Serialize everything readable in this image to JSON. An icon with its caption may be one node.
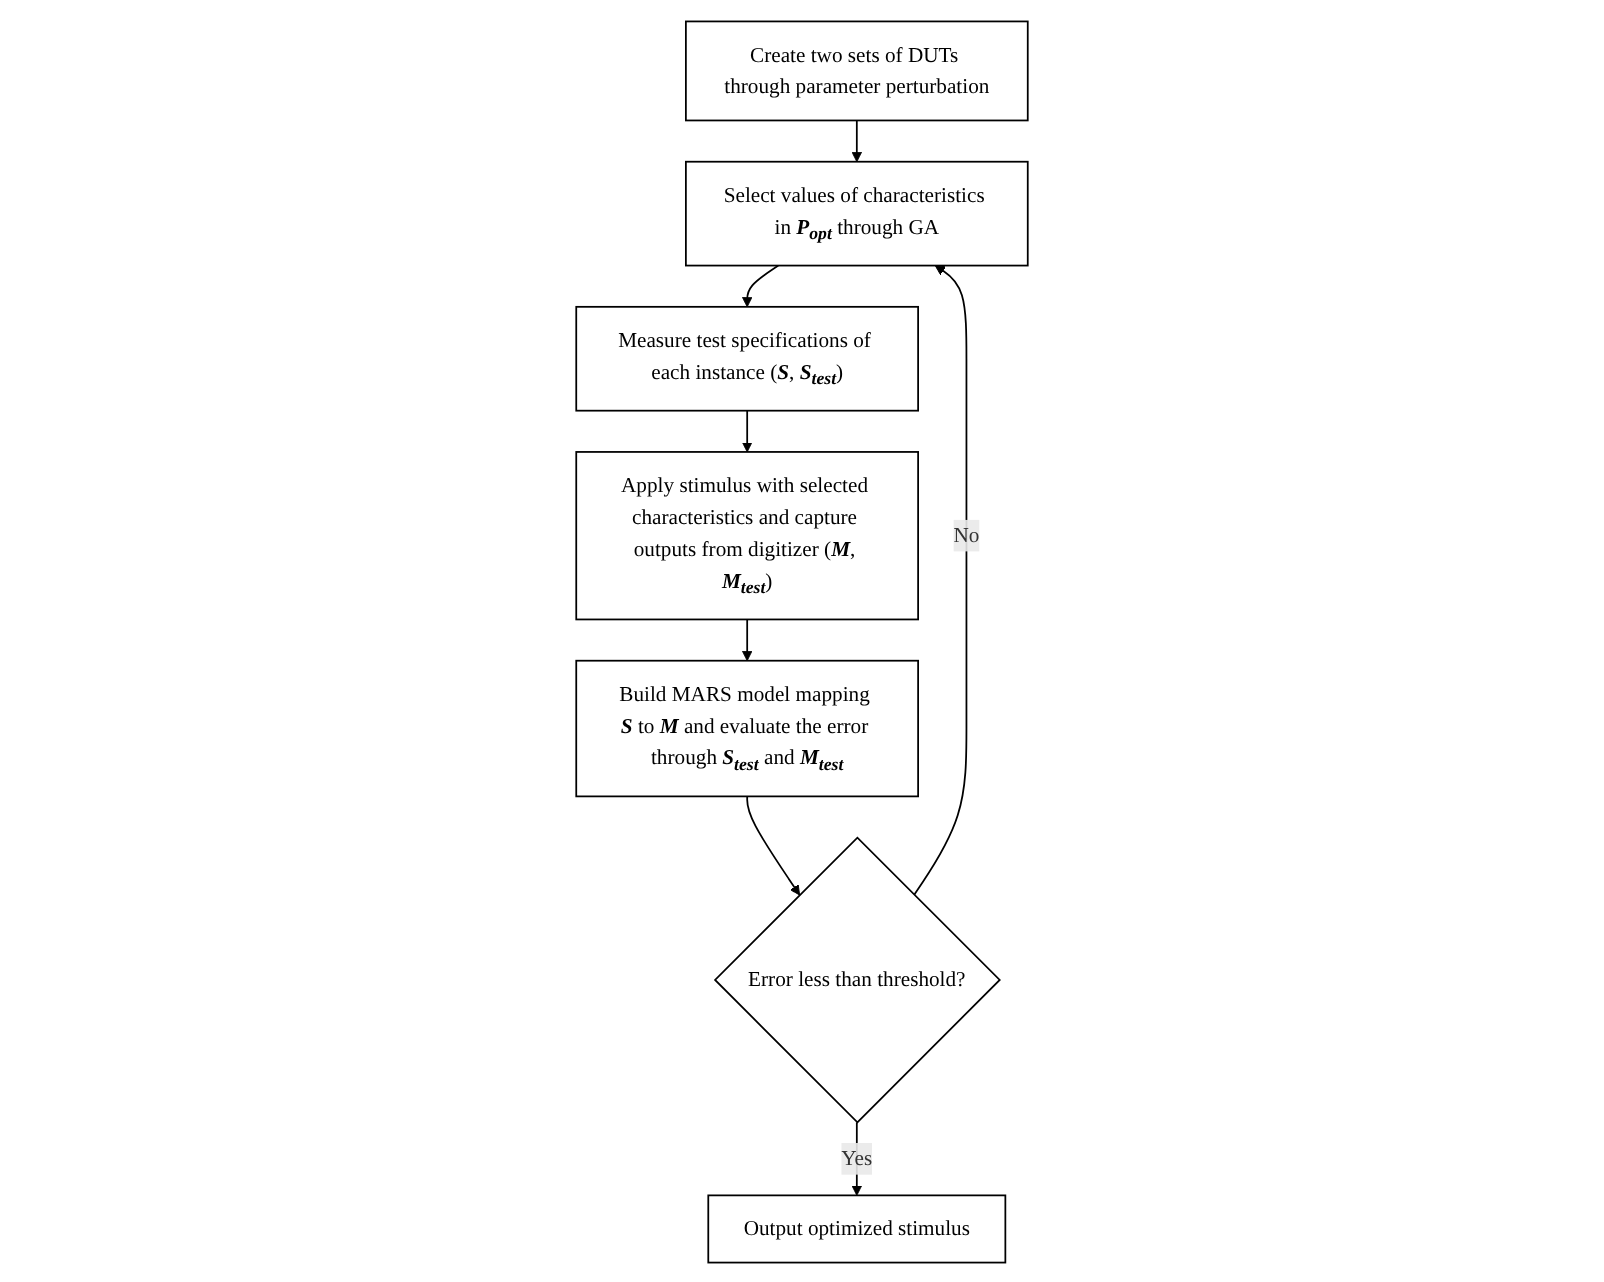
{
  "diagram": {
    "nodes": [
      {
        "text": [
          "Create two sets of DUTs through parameter perturbation"
        ]
      },
      {
        "text": [
          "Select values of characteristics in **P**$_{opt}$ through GA"
        ]
      },
      {
        "text": [
          "Measure test specifications of each instance (**S**, **S**$_{test}$)"
        ]
      },
      {
        "text": [
          "Apply stimulus with selected characteristics and capture outputs from digitizer (**M**, **M**$_{test}$)"
        ]
      },
      {
        "text": [
          "Build MARS model mapping **S** to **M** and evaluate the error through **S**$_{test}$ and **M**$_{test}$"
        ]
      },
      {
        "text": [
          "Error less than threshold?"
        ]
      },
      {
        "text": [
          "Output optimized stimulus"
        ]
      }
    ],
    "edges": [
      {
        "from": 0,
        "to": 1,
        "arrow": "to"
      },
      {
        "from": 1,
        "to": 2,
        "arrow": "to"
      },
      {
        "from": 2,
        "to": 3,
        "arrow": "to"
      },
      {
        "from": 3,
        "to": 4,
        "arrow": "to"
      },
      {
        "from": 4,
        "to": 5,
        "arrow": "to"
      },
      {
        "from": 5,
        "to": 6,
        "arrow": "to",
        "label": "Yes"
      },
      {
        "from": 5,
        "to": 1,
        "arrow": "to",
        "label": "No"
      }
    ]
  }
}
